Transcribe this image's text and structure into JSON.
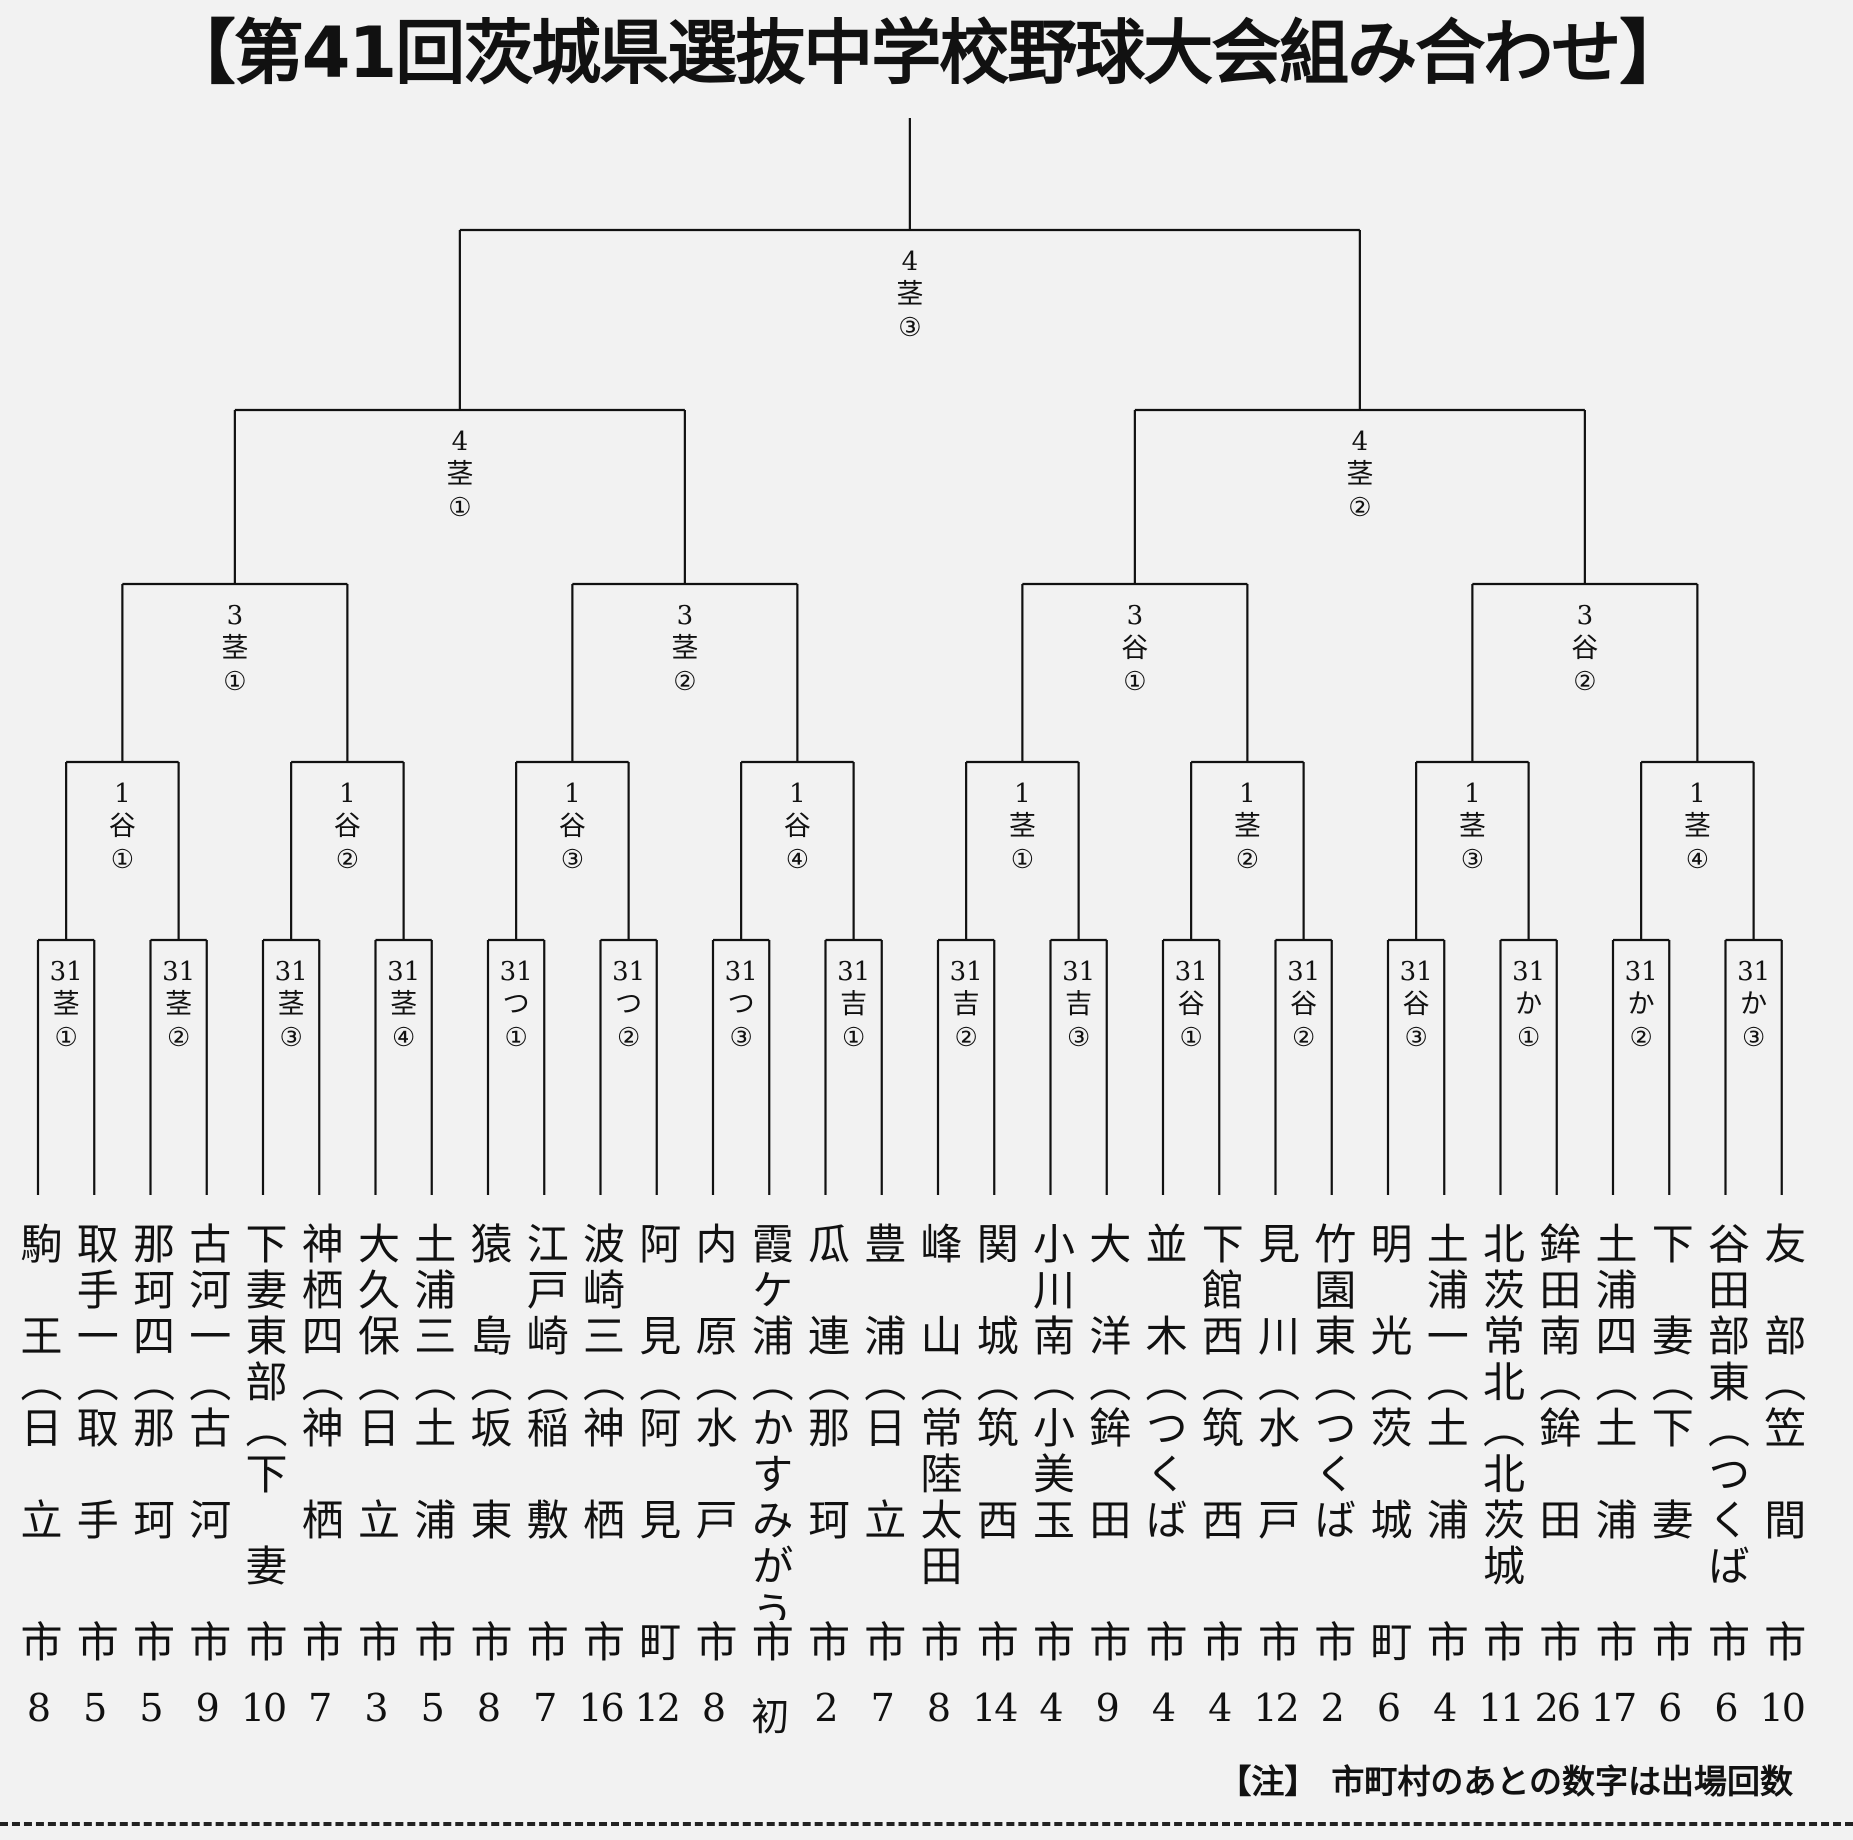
{
  "title": "【第41回茨城県選抜中学校野球大会組み合わせ】",
  "note": {
    "lead": "【注】",
    "text": "市町村のあとの数字は出場回数"
  },
  "teams": [
    {
      "name": "駒　王（日　立",
      "city": "市",
      "count": "8"
    },
    {
      "name": "取手一（取　手",
      "city": "市",
      "count": "5"
    },
    {
      "name": "那珂四（那　珂",
      "city": "市",
      "count": "5"
    },
    {
      "name": "古河一（古　河",
      "city": "市",
      "count": "9"
    },
    {
      "name": "下妻東部（下　妻",
      "city": "市",
      "count": "10"
    },
    {
      "name": "神栖四（神　栖",
      "city": "市",
      "count": "7"
    },
    {
      "name": "大久保（日　立",
      "city": "市",
      "count": "3"
    },
    {
      "name": "土浦三（土　浦",
      "city": "市",
      "count": "5"
    },
    {
      "name": "猿　島（坂　東",
      "city": "市",
      "count": "8"
    },
    {
      "name": "江戸崎（稲　敷",
      "city": "市",
      "count": "7"
    },
    {
      "name": "波崎三（神　栖",
      "city": "市",
      "count": "16"
    },
    {
      "name": "阿　見（阿　見",
      "city": "町",
      "count": "12"
    },
    {
      "name": "内　原（水　戸",
      "city": "市",
      "count": "8"
    },
    {
      "name": "霞ケ浦（かすみがうら",
      "city": "市",
      "count": "初"
    },
    {
      "name": "瓜　連（那　珂",
      "city": "市",
      "count": "2"
    },
    {
      "name": "豊　浦（日　立",
      "city": "市",
      "count": "7"
    },
    {
      "name": "峰　山（常陸太田",
      "city": "市",
      "count": "8"
    },
    {
      "name": "関　城（筑　西",
      "city": "市",
      "count": "14"
    },
    {
      "name": "小川南（小美玉",
      "city": "市",
      "count": "4"
    },
    {
      "name": "大　洋（鉾　田",
      "city": "市",
      "count": "9"
    },
    {
      "name": "並　木（つくば",
      "city": "市",
      "count": "4"
    },
    {
      "name": "下館西（筑　西",
      "city": "市",
      "count": "4"
    },
    {
      "name": "見　川（水　戸",
      "city": "市",
      "count": "12"
    },
    {
      "name": "竹園東（つくば",
      "city": "市",
      "count": "2"
    },
    {
      "name": "明　光（茨　城",
      "city": "町",
      "count": "6"
    },
    {
      "name": "土浦一（土　浦",
      "city": "市",
      "count": "4"
    },
    {
      "name": "北茨常北（北茨城",
      "city": "市",
      "count": "11"
    },
    {
      "name": "鉾田南（鉾　田",
      "city": "市",
      "count": "26"
    },
    {
      "name": "土浦四（土　浦",
      "city": "市",
      "count": "17"
    },
    {
      "name": "下　妻（下　妻",
      "city": "市",
      "count": "6"
    },
    {
      "name": "谷田部東（つくば",
      "city": "市",
      "count": "6"
    },
    {
      "name": "友　部（笠　間",
      "city": "市",
      "count": "10"
    }
  ],
  "round1": [
    [
      "31",
      "茎",
      "①"
    ],
    [
      "31",
      "茎",
      "②"
    ],
    [
      "31",
      "茎",
      "③"
    ],
    [
      "31",
      "茎",
      "④"
    ],
    [
      "31",
      "つ",
      "①"
    ],
    [
      "31",
      "つ",
      "②"
    ],
    [
      "31",
      "つ",
      "③"
    ],
    [
      "31",
      "吉",
      "①"
    ],
    [
      "31",
      "吉",
      "②"
    ],
    [
      "31",
      "吉",
      "③"
    ],
    [
      "31",
      "谷",
      "①"
    ],
    [
      "31",
      "谷",
      "②"
    ],
    [
      "31",
      "谷",
      "③"
    ],
    [
      "31",
      "か",
      "①"
    ],
    [
      "31",
      "か",
      "②"
    ],
    [
      "31",
      "か",
      "③"
    ]
  ],
  "round2": [
    [
      "1",
      "谷",
      "①"
    ],
    [
      "1",
      "谷",
      "②"
    ],
    [
      "1",
      "谷",
      "③"
    ],
    [
      "1",
      "谷",
      "④"
    ],
    [
      "1",
      "茎",
      "①"
    ],
    [
      "1",
      "茎",
      "②"
    ],
    [
      "1",
      "茎",
      "③"
    ],
    [
      "1",
      "茎",
      "④"
    ]
  ],
  "round3": [
    [
      "3",
      "茎",
      "①"
    ],
    [
      "3",
      "茎",
      "②"
    ],
    [
      "3",
      "谷",
      "①"
    ],
    [
      "3",
      "谷",
      "②"
    ]
  ],
  "semi": [
    [
      "4",
      "茎",
      "①"
    ],
    [
      "4",
      "茎",
      "②"
    ]
  ],
  "final": [
    [
      "4",
      "茎",
      "③"
    ]
  ]
}
